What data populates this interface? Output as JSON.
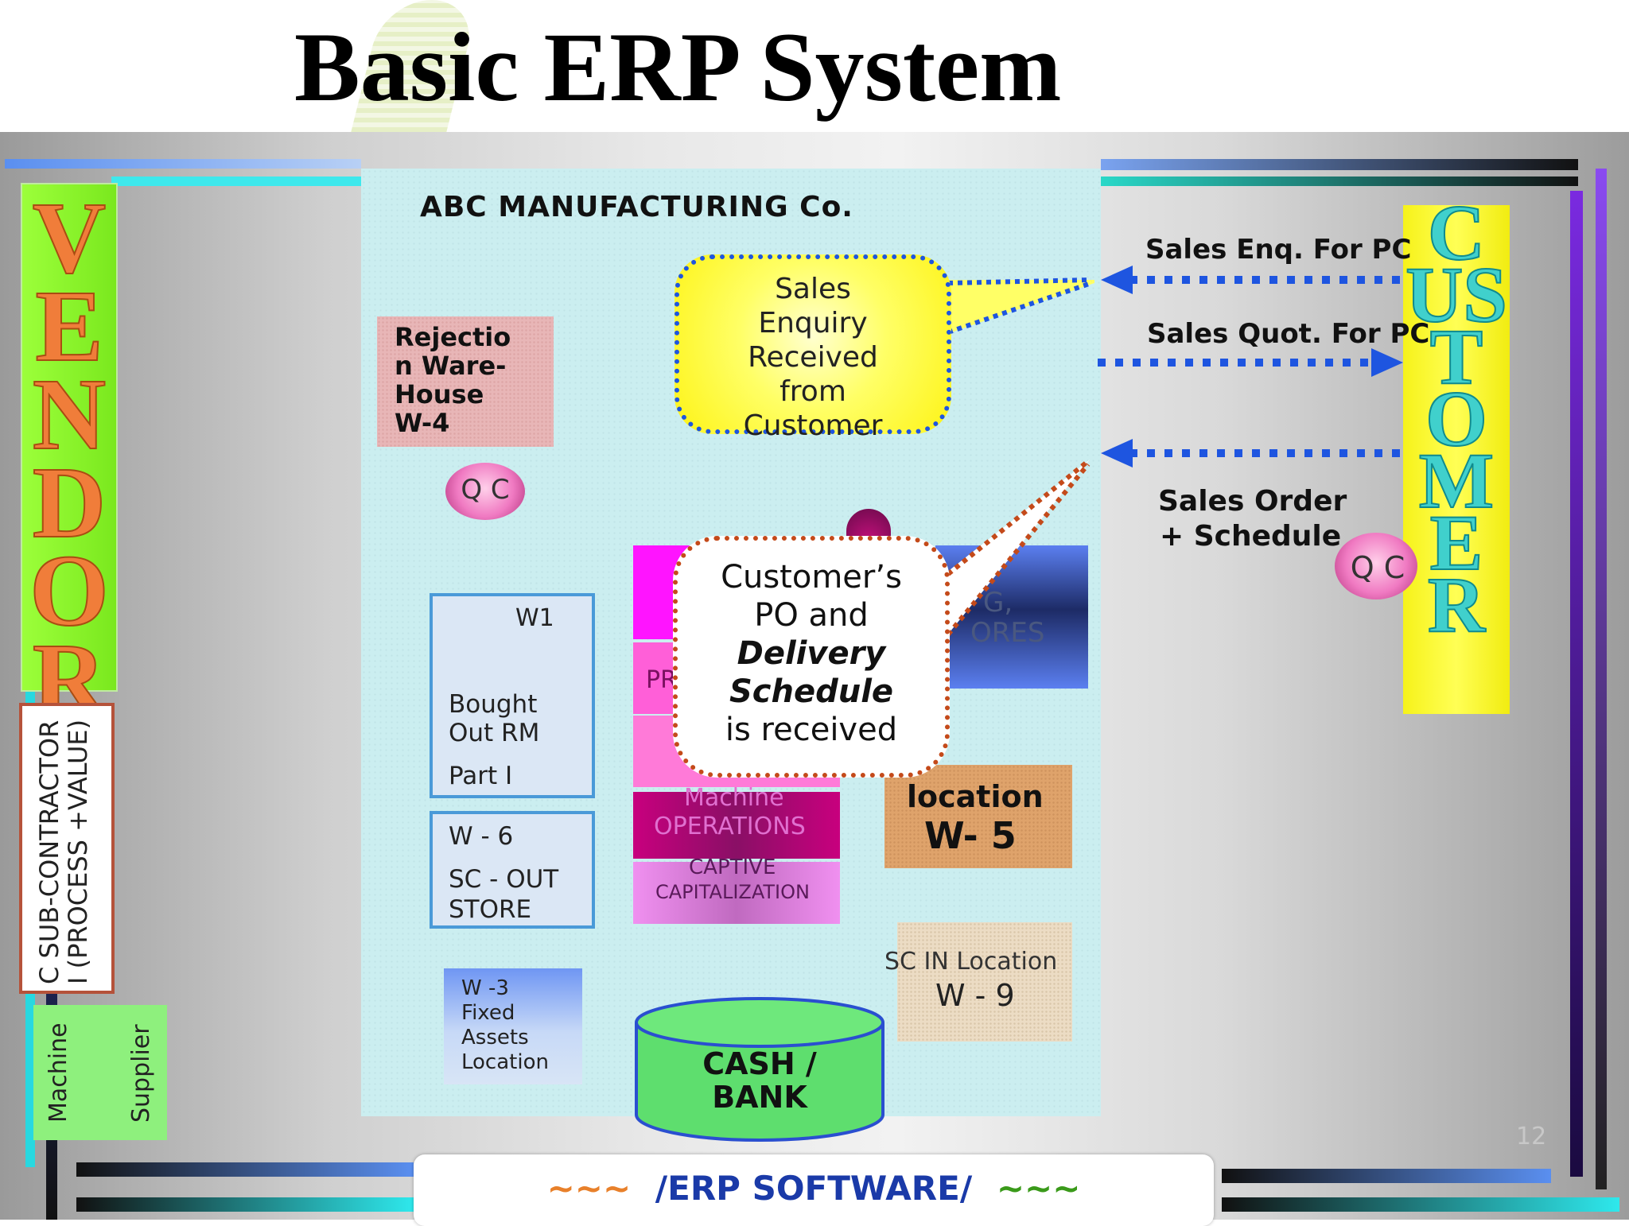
{
  "title": "Basic ERP System",
  "company": "ABC MANUFACTURING Co.",
  "vendor": "VENDOR",
  "customer": "CUSTOMER",
  "subcontractor": {
    "line1": "C SUB-CONTRACTOR",
    "line2": "I (PROCESS +VALUE)"
  },
  "suppliers": {
    "machine": "Machine",
    "supplier": "Supplier"
  },
  "boxes": {
    "w4": [
      "Rejectio",
      "n Ware-",
      "House",
      "W-4"
    ],
    "w1": {
      "code": "W1",
      "line1": "Bought",
      "line2": "Out RM",
      "line3": "Part I"
    },
    "w6": {
      "code": "W - 6",
      "line1": "SC - OUT",
      "line2": "STORE"
    },
    "w3": [
      "W -3",
      "Fixed",
      "Assets",
      "Location"
    ],
    "stores": {
      "line1": "G,",
      "line2": "ORES"
    },
    "w5": {
      "line1": "location",
      "line2": "W- 5"
    },
    "w9": {
      "line1": "SC IN Location",
      "line2": "W - 9"
    },
    "stack": {
      "pr": "PR",
      "machine1": "Machine",
      "machine2": "OPERATIONS",
      "captive1": "CAPTIVE",
      "captive2": "CAPITALIZATION"
    },
    "cash": {
      "line1": "CASH /",
      "line2": "BANK"
    }
  },
  "qc": {
    "left": "Q C",
    "right": "Q C"
  },
  "bubbles": {
    "enquiry": [
      "Sales",
      "Enquiry",
      "Received",
      "from",
      "Customer"
    ],
    "po": {
      "l1": "Customer’s",
      "l2": "PO and",
      "l3": "Delivery",
      "l4": "Schedule",
      "l5": "is received"
    }
  },
  "arrows": {
    "enq": "Sales Enq. For PC",
    "quot": "Sales Quot. For PC",
    "order1": "Sales Order",
    "order2": "+ Schedule"
  },
  "footer": {
    "deco": "~~~",
    "text": "/ERP SOFTWARE/"
  },
  "page_number": "12"
}
